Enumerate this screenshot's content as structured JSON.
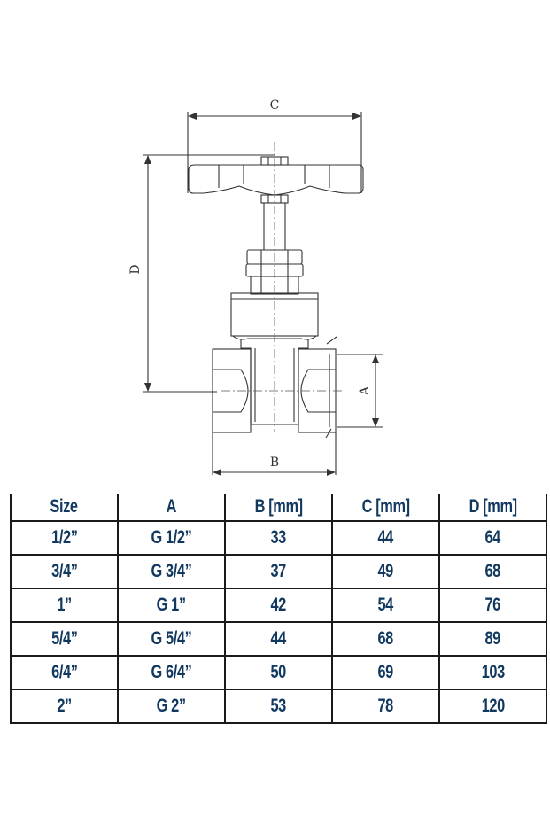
{
  "drawing": {
    "title": "Gate valve dimension drawing",
    "dimension_labels": {
      "A": "A",
      "B": "B",
      "C": "C",
      "D": "D"
    },
    "line_color": "#333333"
  },
  "table": {
    "headers": [
      "Size",
      "A",
      "B [mm]",
      "C [mm]",
      "D [mm]"
    ],
    "rows": [
      [
        "1/2”",
        "G 1/2”",
        "33",
        "44",
        "64"
      ],
      [
        "3/4”",
        "G 3/4”",
        "37",
        "49",
        "68"
      ],
      [
        "1”",
        "G 1”",
        "42",
        "54",
        "76"
      ],
      [
        "5/4”",
        "G 5/4”",
        "44",
        "68",
        "89"
      ],
      [
        "6/4”",
        "G 6/4”",
        "50",
        "69",
        "103"
      ],
      [
        "2”",
        "G 2”",
        "53",
        "78",
        "120"
      ]
    ],
    "text_color": "#11385f",
    "border_color": "#1a1a1a"
  }
}
